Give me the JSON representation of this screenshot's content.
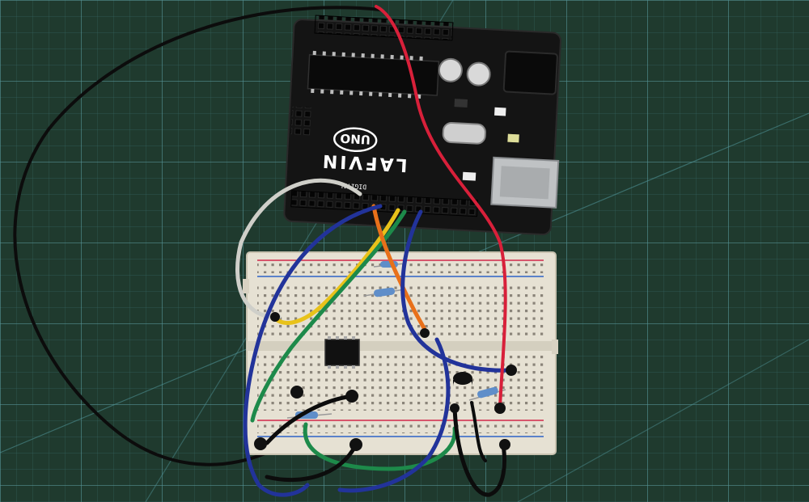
{
  "photo": {
    "subject": "Arduino-compatible board wired to a solderless breadboard on a cutting mat",
    "board": {
      "brand_text": "LAFVIN",
      "model_text": "UNO",
      "header_text": "DIGITAL"
    },
    "colors": {
      "mat": "#1f3a2e",
      "grid": "#4a8a8e",
      "board": "#141414",
      "breadboard": "#e6e1d3",
      "wire_red": "#d8203a",
      "wire_black": "#0c0c0c",
      "wire_white": "#cfcfc9",
      "wire_yellow": "#e8c21a",
      "wire_orange": "#e8701a",
      "wire_green": "#1d8a4a",
      "wire_blue": "#22339a"
    }
  }
}
